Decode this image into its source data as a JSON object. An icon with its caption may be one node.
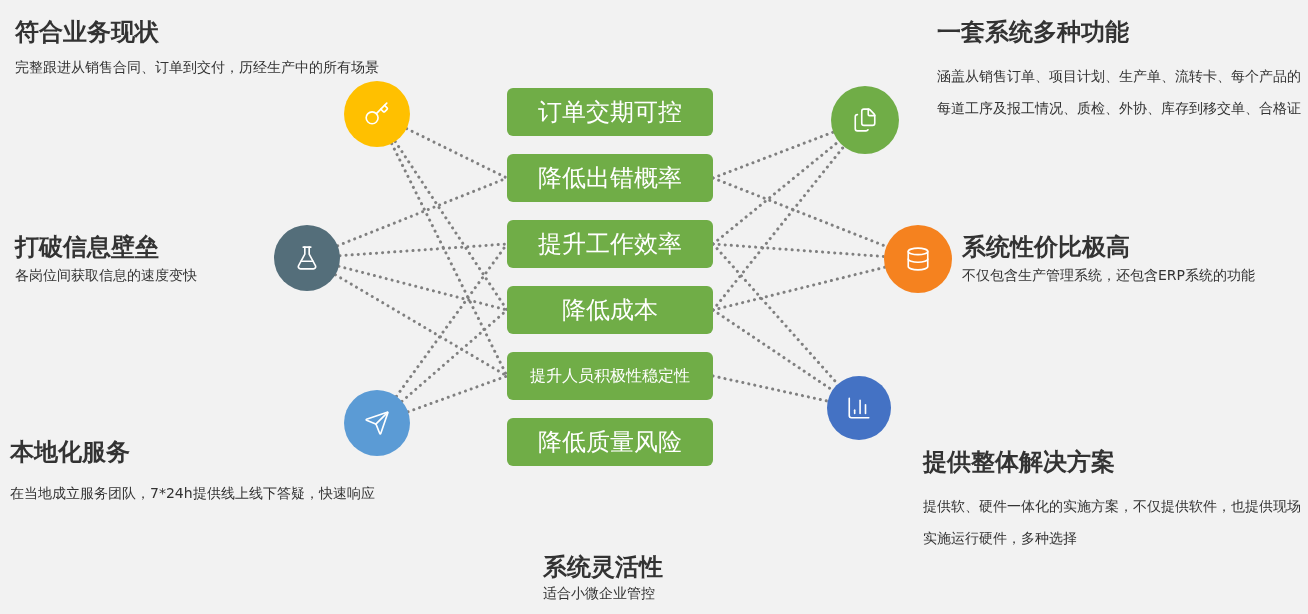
{
  "diagram": {
    "nodes": [
      {
        "text": [],
        "shape": "circle",
        "beside": [
          "符合业务现状",
          "完整跟进从销售合同、订单到交付，历经生产中的所有场景"
        ]
      },
      {
        "text": [],
        "shape": "circle",
        "beside": [
          "打破信息壁垒",
          "各岗位间获取信息的速度变快"
        ]
      },
      {
        "text": [],
        "shape": "circle",
        "beside": [
          "本地化服务",
          "在当地成立服务团队，7*24h提供线上线下答疑，快速响应"
        ]
      },
      {
        "text": [
          "订单交期可控"
        ]
      },
      {
        "text": [
          "降低出错概率"
        ]
      },
      {
        "text": [
          "提升工作效率"
        ]
      },
      {
        "text": [
          "降低成本"
        ]
      },
      {
        "text": [
          "提升人员积极性稳定性"
        ]
      },
      {
        "text": [
          "降低质量风险"
        ]
      },
      {
        "text": [],
        "shape": "circle",
        "beside": [
          "一套系统多种功能",
          "涵盖从销售订单、项目计划、生产单、流转卡、每个产品的每道工序及报工情况、质检、外协、库存到移交单、合格证"
        ]
      },
      {
        "text": [],
        "shape": "circle",
        "beside": [
          "系统性价比极高",
          "不仅包含生产管理系统，还包含ERP系统的功能"
        ]
      },
      {
        "text": [],
        "shape": "circle",
        "beside": [
          "提供整体解决方案",
          "提供软、硬件一体化的实施方案，不仅提供软件，也提供现场实施运行硬件，多种选择"
        ]
      }
    ],
    "edges": [
      {
        "from": 0,
        "to": 4,
        "arrow": "none",
        "style": "dashed"
      },
      {
        "from": 0,
        "to": 6,
        "arrow": "none",
        "style": "dashed"
      },
      {
        "from": 0,
        "to": 7,
        "arrow": "none",
        "style": "dashed"
      },
      {
        "from": 1,
        "to": 4,
        "arrow": "none",
        "style": "dashed"
      },
      {
        "from": 1,
        "to": 5,
        "arrow": "none",
        "style": "dashed"
      },
      {
        "from": 1,
        "to": 6,
        "arrow": "none",
        "style": "dashed"
      },
      {
        "from": 1,
        "to": 7,
        "arrow": "none",
        "style": "dashed"
      },
      {
        "from": 2,
        "to": 5,
        "arrow": "none",
        "style": "dashed"
      },
      {
        "from": 2,
        "to": 6,
        "arrow": "none",
        "style": "dashed"
      },
      {
        "from": 2,
        "to": 7,
        "arrow": "none",
        "style": "dashed"
      },
      {
        "from": 4,
        "to": 9,
        "arrow": "none",
        "style": "dashed"
      },
      {
        "from": 5,
        "to": 9,
        "arrow": "none",
        "style": "dashed"
      },
      {
        "from": 6,
        "to": 9,
        "arrow": "none",
        "style": "dashed"
      },
      {
        "from": 4,
        "to": 10,
        "arrow": "none",
        "style": "dashed"
      },
      {
        "from": 5,
        "to": 10,
        "arrow": "none",
        "style": "dashed"
      },
      {
        "from": 6,
        "to": 10,
        "arrow": "none",
        "style": "dashed"
      },
      {
        "from": 5,
        "to": 11,
        "arrow": "none",
        "style": "dashed"
      },
      {
        "from": 6,
        "to": 11,
        "arrow": "none",
        "style": "dashed"
      },
      {
        "from": 7,
        "to": 11,
        "arrow": "none",
        "style": "dashed"
      }
    ],
    "labels": [
      "系统灵活性",
      "适合小微企业管控"
    ]
  }
}
